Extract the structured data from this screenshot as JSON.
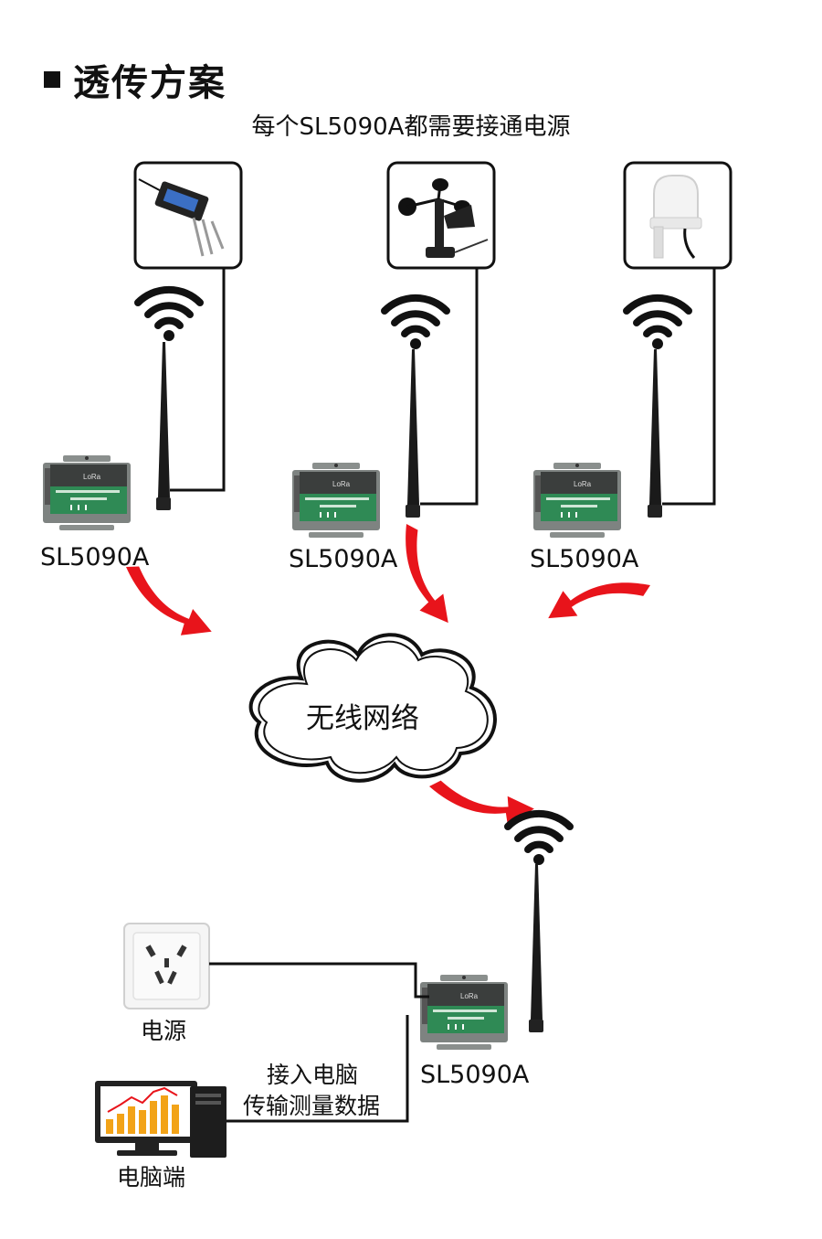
{
  "title": "透传方案",
  "subtitle": "每个SL5090A都需要接通电源",
  "device_label": "SL5090A",
  "module_badge": "LoRa",
  "nodes": [
    {
      "sensor": "soil-sensor",
      "label": "SL5090A"
    },
    {
      "sensor": "anemometer",
      "label": "SL5090A"
    },
    {
      "sensor": "light-sensor",
      "label": "SL5090A"
    }
  ],
  "cloud_label": "无线网络",
  "power_label": "电源",
  "connect_line1": "接入电脑",
  "connect_line2": "传输测量数据",
  "pc_label": "电脑端",
  "colors": {
    "arrow": "#e8141b",
    "module_green": "#2f8a55",
    "module_metal": "#7e8381",
    "line": "#111111"
  }
}
